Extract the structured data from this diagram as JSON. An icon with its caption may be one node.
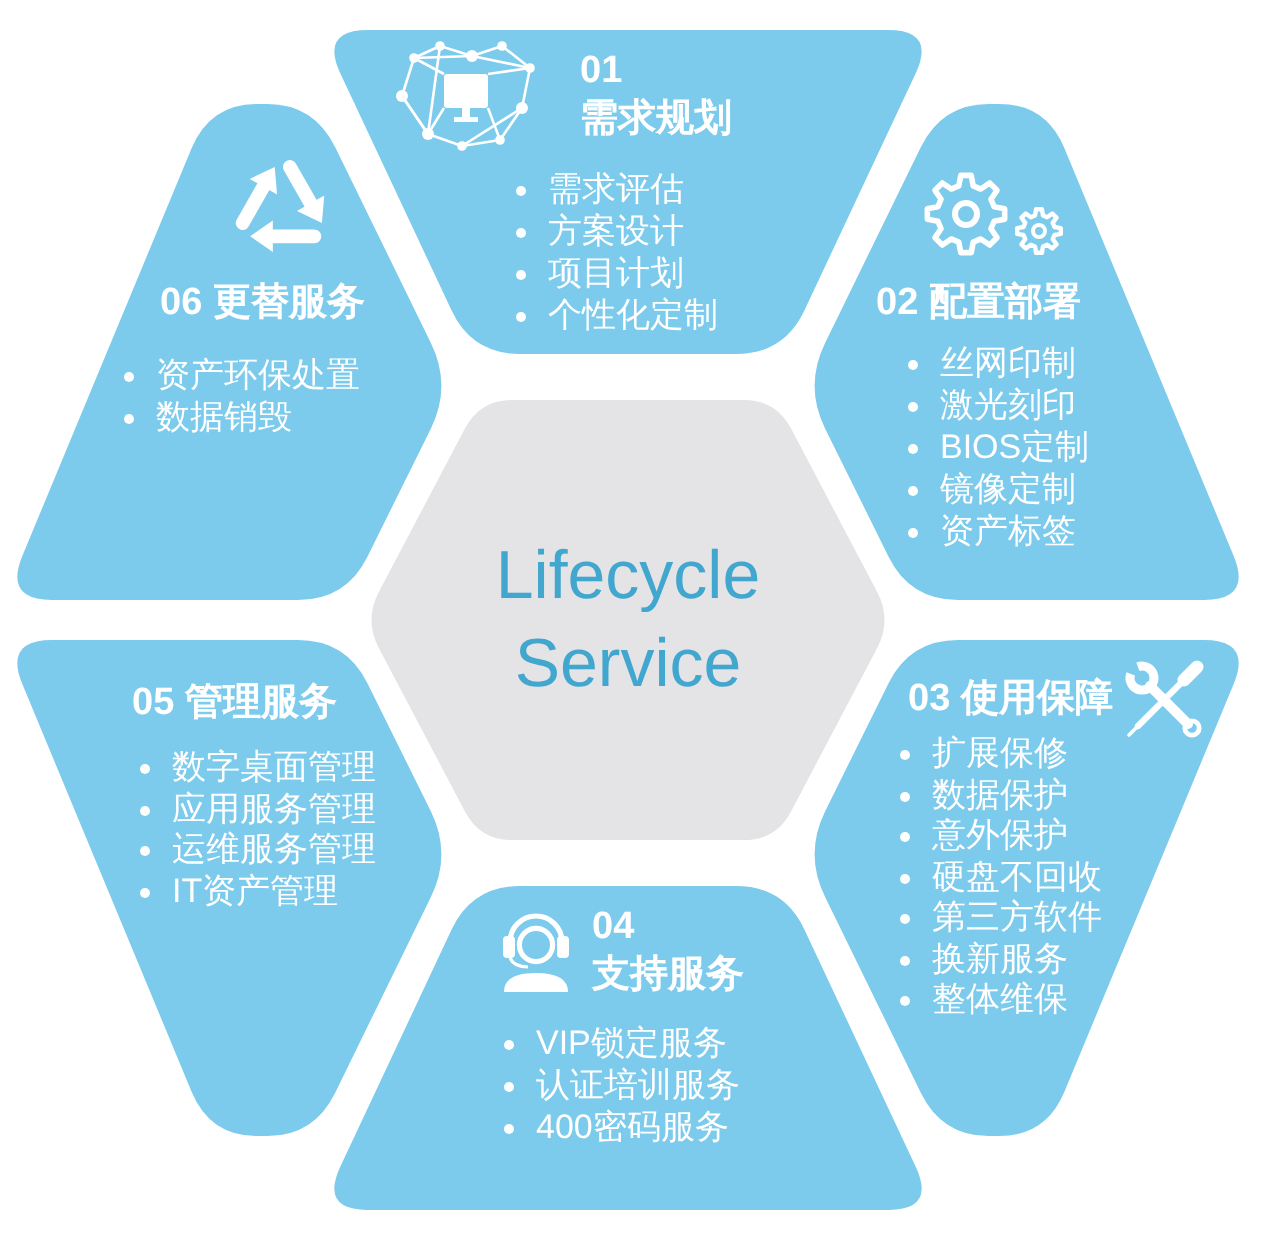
{
  "diagram": {
    "nodes": [
      {
        "text": [
          "Lifecycle Service"
        ]
      },
      {
        "text": [
          "01 需求规划",
          "需求评估",
          "方案设计",
          "项目计划",
          "个性化定制"
        ]
      },
      {
        "text": [
          "02 配置部署",
          "丝网印制",
          "激光刻印",
          "BIOS定制",
          "镜像定制",
          "资产标签"
        ]
      },
      {
        "text": [
          "03 使用保障",
          "扩展保修",
          "数据保护",
          "意外保护",
          "硬盘不回收",
          "第三方软件",
          "换新服务",
          "整体维保"
        ]
      },
      {
        "text": [
          "04 支持服务",
          "VIP锁定服务",
          "认证培训服务",
          "400密码服务"
        ]
      },
      {
        "text": [
          "05 管理服务",
          "数字桌面管理",
          "应用服务管理",
          "运维服务管理",
          "IT资产管理"
        ]
      },
      {
        "text": [
          "06 更替服务",
          "资产环保处置",
          "数据销毁"
        ]
      }
    ]
  }
}
